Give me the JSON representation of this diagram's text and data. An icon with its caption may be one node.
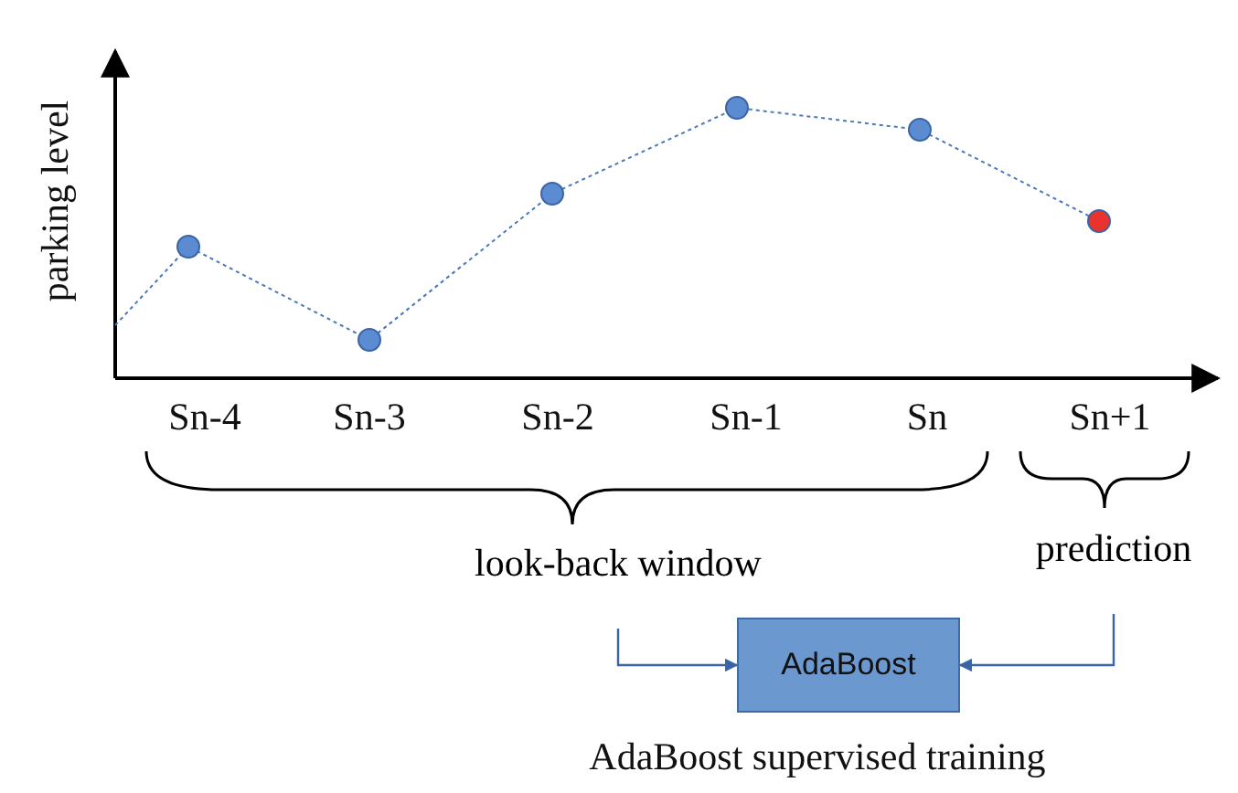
{
  "diagram": {
    "caption": "AdaBoost supervised training",
    "nodes": [
      {
        "text": [
          "look-back window"
        ]
      },
      {
        "text": [
          "prediction"
        ]
      },
      {
        "text": [
          "AdaBoost"
        ]
      }
    ],
    "edges": [
      {
        "from": 0,
        "to": 2,
        "arrow": "to"
      },
      {
        "from": 1,
        "to": 2,
        "arrow": "to"
      }
    ],
    "labels": [
      "parking level",
      "Sn-4",
      "Sn-3",
      "Sn-2",
      "Sn-1",
      "Sn",
      "Sn+1"
    ]
  }
}
